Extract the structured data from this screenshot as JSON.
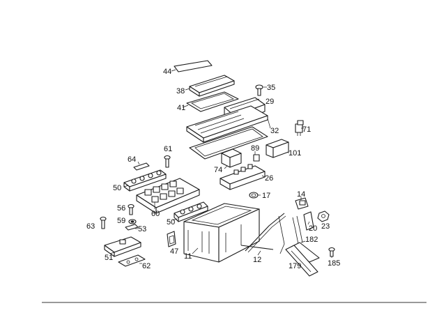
{
  "diagram": {
    "callouts": {
      "c44": "44",
      "c38": "38",
      "c35": "35",
      "c41": "41",
      "c29": "29",
      "c71": "71",
      "c32": "32",
      "c89": "89",
      "c101": "101",
      "c74": "74",
      "c26": "26",
      "c61": "61",
      "c64": "64",
      "c50a": "50",
      "c17": "17",
      "c14": "14",
      "c56": "56",
      "c60": "60",
      "c50b": "50",
      "c63": "63",
      "c59": "59",
      "c53": "53",
      "c20": "20",
      "c23": "23",
      "c47": "47",
      "c182": "182",
      "c11": "11",
      "c51": "51",
      "c12": "12",
      "c62": "62",
      "c179": "179",
      "c185": "185"
    }
  }
}
